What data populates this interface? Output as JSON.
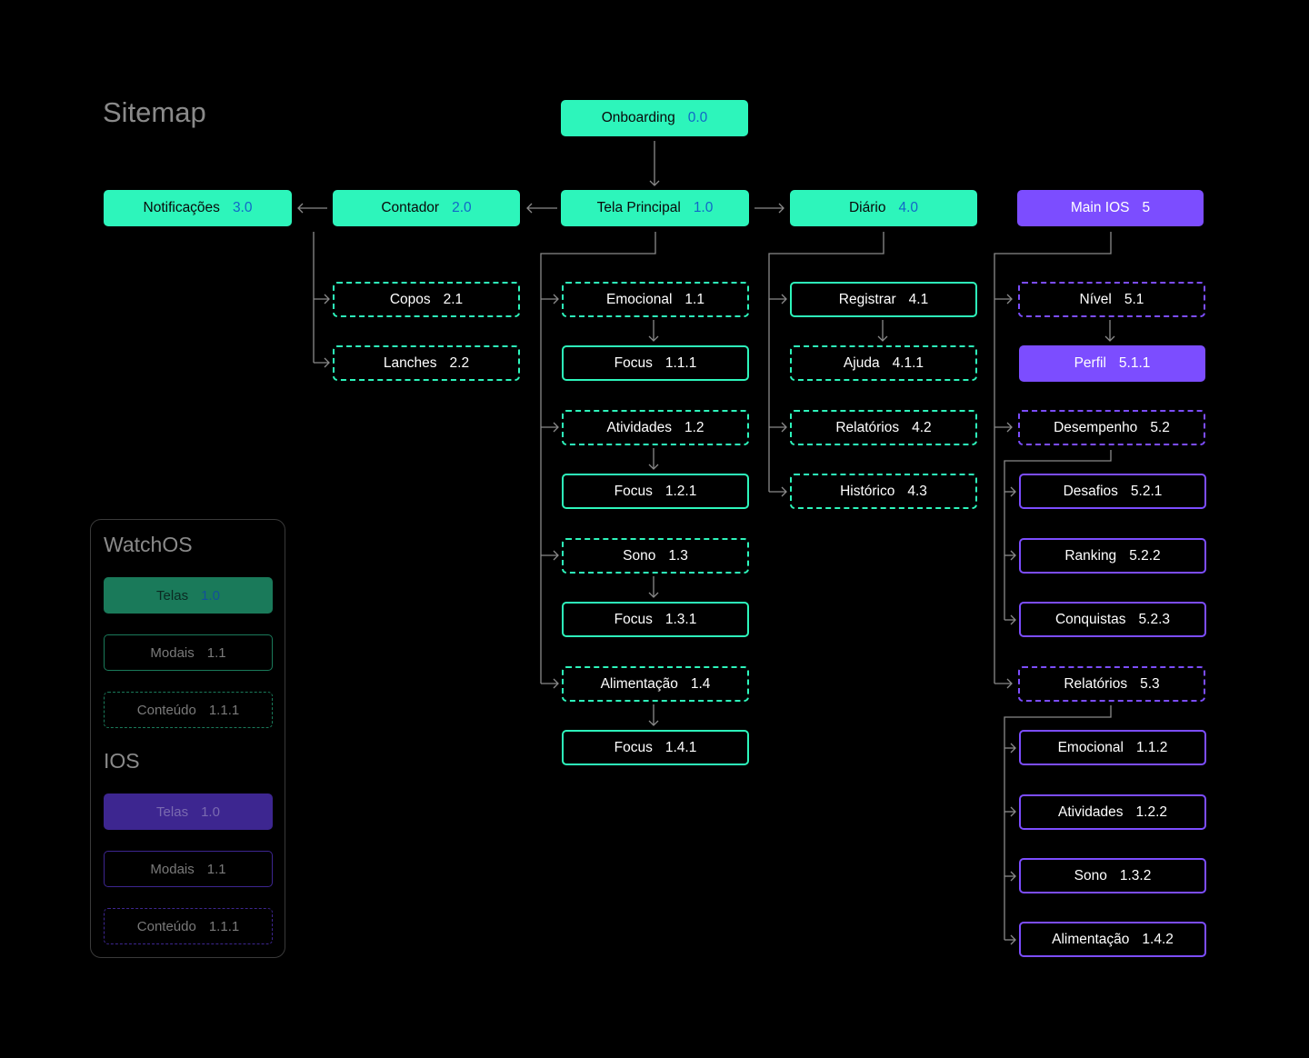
{
  "title": "Sitemap",
  "colors": {
    "watch": "#2df5bb",
    "ios": "#7c4dff",
    "line": "#8a8a8a",
    "number": "#1267c8"
  },
  "nodes": {
    "onboarding": {
      "label": "Onboarding",
      "num": "0.0",
      "kind": "screen-w"
    },
    "notificacoes": {
      "label": "Notificações",
      "num": "3.0",
      "kind": "screen-w"
    },
    "contador": {
      "label": "Contador",
      "num": "2.0",
      "kind": "screen-w"
    },
    "tela": {
      "label": "Tela Principal",
      "num": "1.0",
      "kind": "screen-w"
    },
    "diario": {
      "label": "Diário",
      "num": "4.0",
      "kind": "screen-w"
    },
    "mainios": {
      "label": "Main IOS",
      "num": "5",
      "kind": "screen-i"
    },
    "copos": {
      "label": "Copos",
      "num": "2.1",
      "kind": "content-w"
    },
    "lanches": {
      "label": "Lanches",
      "num": "2.2",
      "kind": "content-w"
    },
    "emocional": {
      "label": "Emocional",
      "num": "1.1",
      "kind": "content-w"
    },
    "focus111": {
      "label": "Focus",
      "num": "1.1.1",
      "kind": "modal-w"
    },
    "atividades": {
      "label": "Atividades",
      "num": "1.2",
      "kind": "content-w"
    },
    "focus121": {
      "label": "Focus",
      "num": "1.2.1",
      "kind": "modal-w"
    },
    "sono": {
      "label": "Sono",
      "num": "1.3",
      "kind": "content-w"
    },
    "focus131": {
      "label": "Focus",
      "num": "1.3.1",
      "kind": "modal-w"
    },
    "alimentacao": {
      "label": "Alimentação",
      "num": "1.4",
      "kind": "content-w"
    },
    "focus141": {
      "label": "Focus",
      "num": "1.4.1",
      "kind": "modal-w"
    },
    "registrar": {
      "label": "Registrar",
      "num": "4.1",
      "kind": "modal-w"
    },
    "ajuda": {
      "label": "Ajuda",
      "num": "4.1.1",
      "kind": "content-w"
    },
    "relatorios42": {
      "label": "Relatórios",
      "num": "4.2",
      "kind": "content-w"
    },
    "historico": {
      "label": "Histórico",
      "num": "4.3",
      "kind": "content-w"
    },
    "nivel": {
      "label": "Nível",
      "num": "5.1",
      "kind": "content-i"
    },
    "perfil": {
      "label": "Perfil",
      "num": "5.1.1",
      "kind": "screen-i"
    },
    "desempenho": {
      "label": "Desempenho",
      "num": "5.2",
      "kind": "content-i"
    },
    "desafios": {
      "label": "Desafios",
      "num": "5.2.1",
      "kind": "modal-i"
    },
    "ranking": {
      "label": "Ranking",
      "num": "5.2.2",
      "kind": "modal-i"
    },
    "conquistas": {
      "label": "Conquistas",
      "num": "5.2.3",
      "kind": "modal-i"
    },
    "relatorios53": {
      "label": "Relatórios",
      "num": "5.3",
      "kind": "content-i"
    },
    "emocional112": {
      "label": "Emocional",
      "num": "1.1.2",
      "kind": "modal-i"
    },
    "atividades122": {
      "label": "Atividades",
      "num": "1.2.2",
      "kind": "modal-i"
    },
    "sono132": {
      "label": "Sono",
      "num": "1.3.2",
      "kind": "modal-i"
    },
    "alimentacao142": {
      "label": "Alimentação",
      "num": "1.4.2",
      "kind": "modal-i"
    }
  },
  "legend": {
    "watchos_title": "WatchOS",
    "ios_title": "IOS",
    "watch_items": [
      {
        "label": "Telas",
        "num": "1.0"
      },
      {
        "label": "Modais",
        "num": "1.1"
      },
      {
        "label": "Conteúdo",
        "num": "1.1.1"
      }
    ],
    "ios_items": [
      {
        "label": "Telas",
        "num": "1.0"
      },
      {
        "label": "Modais",
        "num": "1.1"
      },
      {
        "label": "Conteúdo",
        "num": "1.1.1"
      }
    ]
  }
}
